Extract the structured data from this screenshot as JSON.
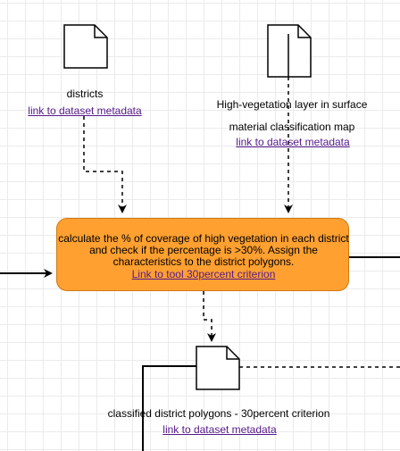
{
  "nodes": {
    "districts": {
      "label": "districts",
      "link": "link to dataset metadata"
    },
    "vegetation": {
      "label_line1": "High-vegetation layer in surface",
      "label_line2": "material classification map",
      "link": "link to dataset metadata"
    },
    "process": {
      "text": "calculate the % of coverage of high vegetation in each district and check if the percentage is >30%. Assign the characteristics to the district polygons.",
      "link": "Link to tool 30percent criterion",
      "fill_color": "#ffa030"
    },
    "output": {
      "label": "classified district polygons - 30percent criterion",
      "link": "link to dataset metadata"
    }
  }
}
